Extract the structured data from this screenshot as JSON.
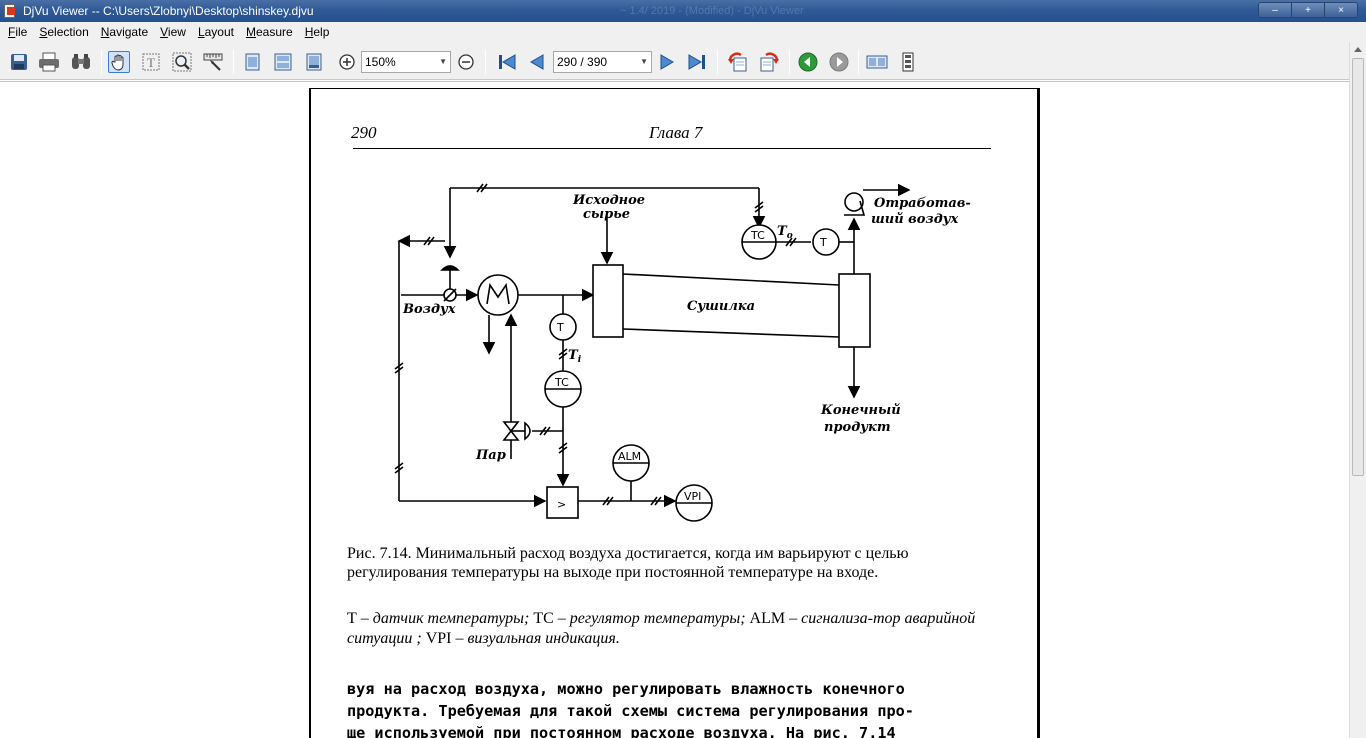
{
  "window": {
    "title": "DjVu Viewer -- C:\\Users\\Zlobnyi\\Desktop\\shinskey.djvu",
    "ghost_title": "~ 1.4/ 2019 - (Modified) - DjVu Viewer",
    "controls": {
      "minimize": "–",
      "maximize": "+",
      "close": "×"
    }
  },
  "menu": [
    {
      "hot": "F",
      "rest": "ile"
    },
    {
      "hot": "S",
      "rest": "election"
    },
    {
      "hot": "N",
      "rest": "avigate"
    },
    {
      "hot": "V",
      "rest": "iew"
    },
    {
      "hot": "L",
      "rest": "ayout"
    },
    {
      "hot": "M",
      "rest": "easure"
    },
    {
      "hot": "H",
      "rest": "elp"
    }
  ],
  "toolbar": {
    "zoom_value": "150%",
    "page_value": "290 / 390"
  },
  "page": {
    "page_number": "290",
    "chapter": "Глава 7",
    "diagram": {
      "feed_label_1": "Исходное",
      "feed_label_2": "сырье",
      "exhaust_label_1": "Отработав-",
      "exhaust_label_2": "ший воздух",
      "air_label": "Воздух",
      "dryer_label": "Сушилка",
      "steam_label": "Пар",
      "product_label_1": "Конечный",
      "product_label_2": "продукт",
      "tc_top": "TC",
      "tc_mid": "TC",
      "t_top": "T",
      "t_mid": "T",
      "t0_label": "T",
      "t0_sub": "o",
      "ti_label": "T",
      "ti_sub": "i",
      "alm": "ALM",
      "vpi": "VPI",
      "selector": ">"
    },
    "caption": "Рис. 7.14. Минимальный расход воздуха достигается, когда им варьируют с целью регулирования температуры на выходе при постоянной температуре на входе.",
    "legend": {
      "t_code": "T",
      "t_desc": " – датчик температуры; ",
      "tc_code": "TC",
      "tc_desc": " – регулятор температуры; ",
      "alm_code": "ALM",
      "alm_desc": " – сигнализа-тор аварийной ситуации ; ",
      "vpi_code": "VPI",
      "vpi_desc": " – визуальная индикация."
    },
    "body_lines": [
      "вуя на расход воздуха, можно регулировать  влажность конечного",
      "продукта. Требуемая для такой схемы система регулирования про-",
      "ще используемой при постоянном расходе воздуха. На рис. 7.14"
    ]
  }
}
